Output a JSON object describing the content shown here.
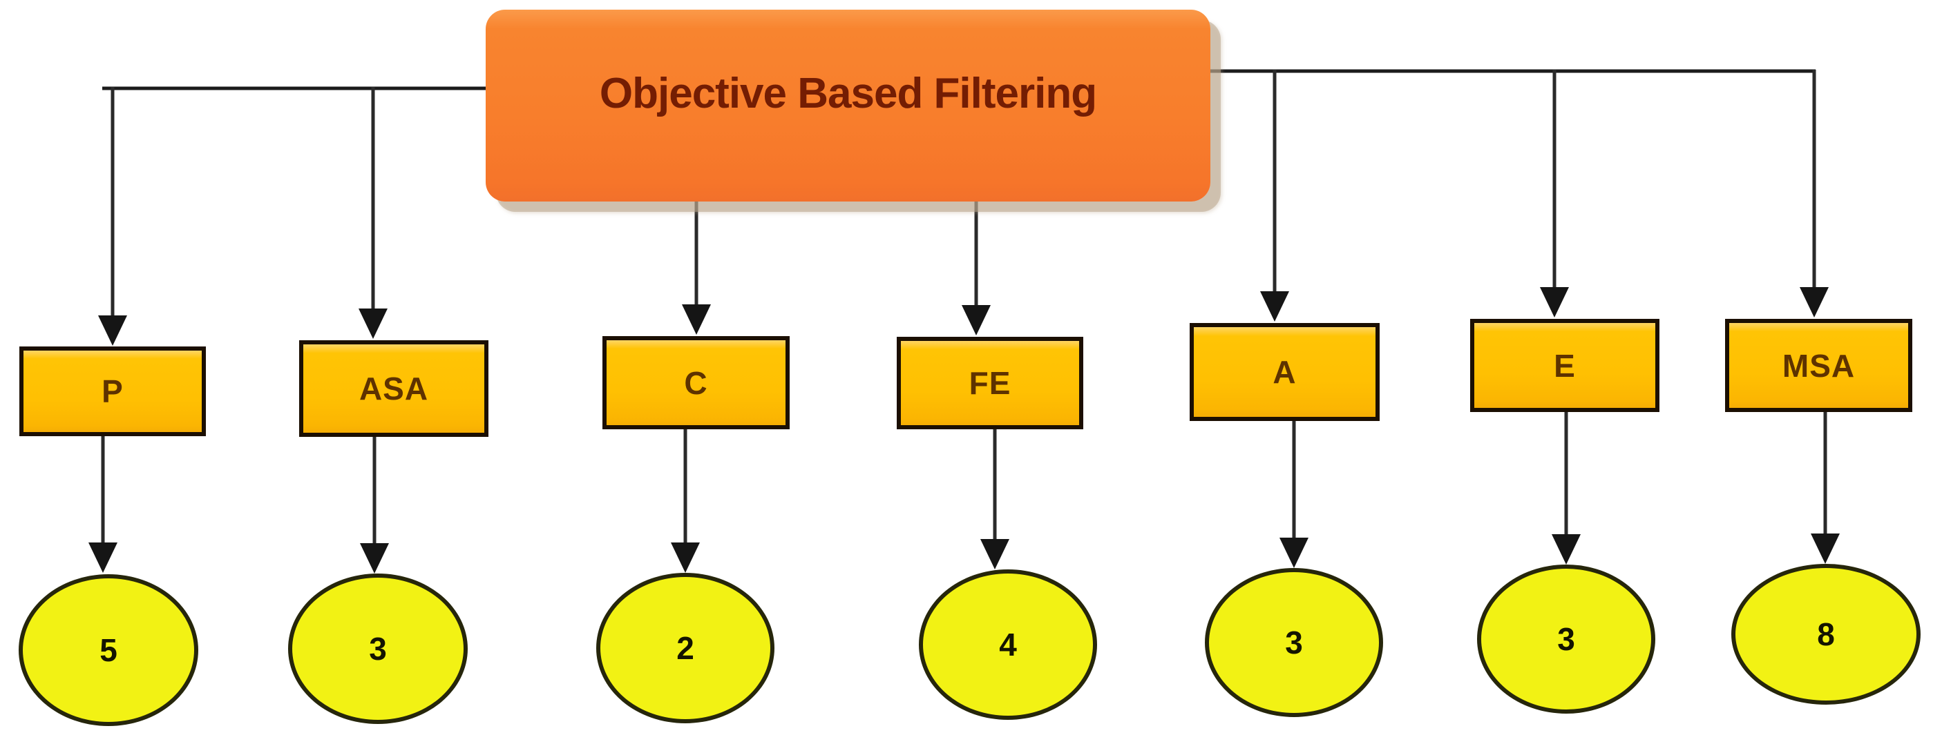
{
  "title": {
    "label": "Objective Based Filtering"
  },
  "nodes": [
    {
      "id": "P",
      "label": "P",
      "value": "5"
    },
    {
      "id": "ASA",
      "label": "ASA",
      "value": "3"
    },
    {
      "id": "C",
      "label": "C",
      "value": "2"
    },
    {
      "id": "FE",
      "label": "FE",
      "value": "4"
    },
    {
      "id": "A",
      "label": "A",
      "value": "3"
    },
    {
      "id": "E",
      "label": "E",
      "value": "3"
    },
    {
      "id": "MSA",
      "label": "MSA",
      "value": "8"
    }
  ],
  "colors": {
    "root_fill": "#f87e2c",
    "root_text": "#741d03",
    "root_shadow": "#baa58d",
    "category_fill": "#ffc002",
    "category_border": "#1b0f02",
    "category_text": "#5e3200",
    "leaf_fill": "#f2f214",
    "leaf_border": "#26260b",
    "leaf_text": "#141400",
    "connector": "#1c1c1c",
    "background": "#ffffff"
  }
}
